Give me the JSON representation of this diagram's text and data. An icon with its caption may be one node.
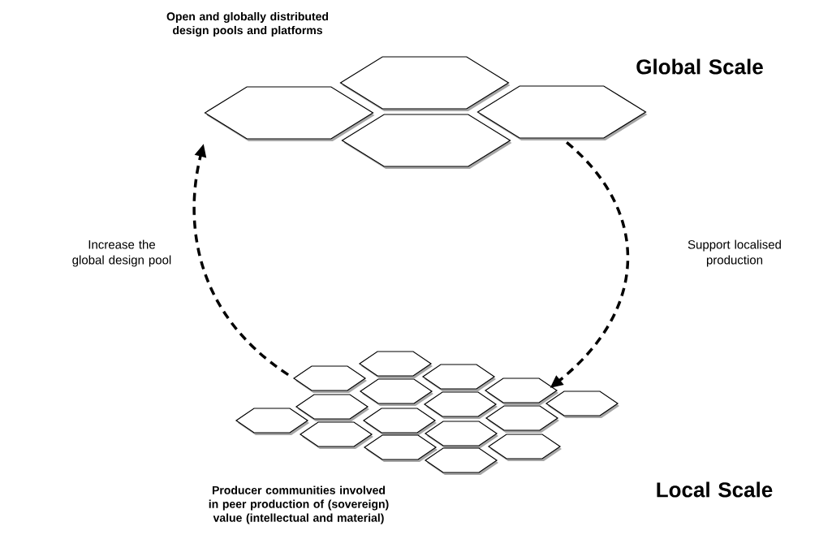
{
  "diagram": {
    "nodes": [
      {
        "text": [],
        "shape": "hexagon"
      },
      {
        "text": [],
        "shape": "hexagon"
      },
      {
        "text": [],
        "shape": "hexagon"
      },
      {
        "text": [],
        "shape": "hexagon"
      },
      {
        "text": [],
        "shape": "hexagon"
      },
      {
        "text": [],
        "shape": "hexagon"
      },
      {
        "text": [],
        "shape": "hexagon"
      },
      {
        "text": [],
        "shape": "hexagon"
      },
      {
        "text": [],
        "shape": "hexagon"
      },
      {
        "text": [],
        "shape": "hexagon"
      },
      {
        "text": [],
        "shape": "hexagon"
      },
      {
        "text": [],
        "shape": "hexagon"
      },
      {
        "text": [],
        "shape": "hexagon"
      },
      {
        "text": [],
        "shape": "hexagon"
      },
      {
        "text": [],
        "shape": "hexagon"
      },
      {
        "text": [],
        "shape": "hexagon"
      },
      {
        "text": [],
        "shape": "hexagon"
      },
      {
        "text": [],
        "shape": "hexagon"
      },
      {
        "text": [],
        "shape": "hexagon"
      },
      {
        "text": [],
        "shape": "hexagon"
      }
    ],
    "edges": [
      {
        "from": 2,
        "to": 11,
        "arrow": "to",
        "style": "dashed",
        "label": "Support localised production"
      },
      {
        "from": 5,
        "to": 0,
        "arrow": "to",
        "style": "dashed",
        "label": "Increase the global design pool"
      }
    ],
    "labels": [
      "Open and globally distributed design pools and platforms",
      "Global Scale",
      "Local Scale",
      "Producer communities involved in peer production of (sovereign) value (intellectual and material)"
    ]
  }
}
